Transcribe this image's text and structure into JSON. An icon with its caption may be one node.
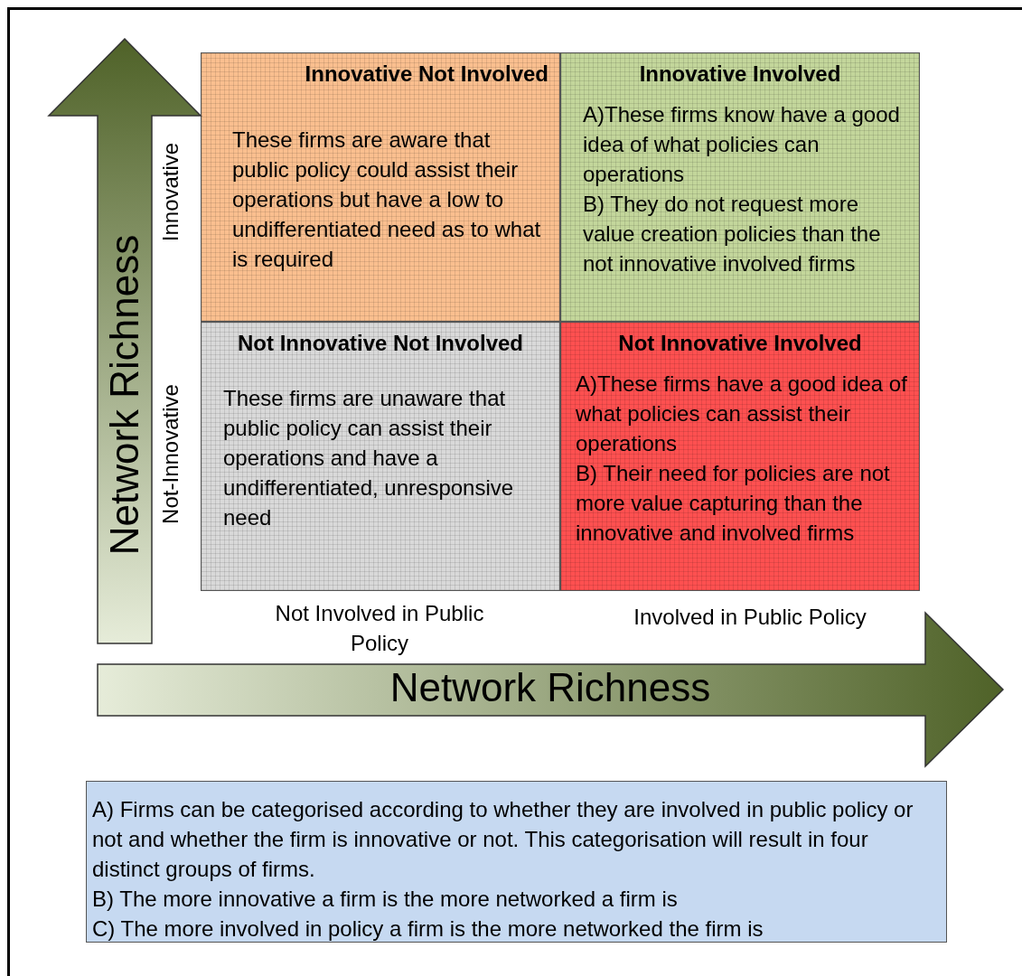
{
  "diagram": {
    "nodes": [
      {
        "text": [
          "Innovative Not Involved",
          "These firms are aware that public policy could assist their operations but have a low to undifferentiated need as to what is required"
        ]
      },
      {
        "text": [
          "Innovative Involved",
          "A)These firms know have a good idea of what policies can operations",
          "B) They do not request more value creation policies than the not innovative involved firms"
        ]
      },
      {
        "text": [
          "Not Innovative Not Involved",
          "These firms are unaware that public policy can assist their operations and have a undifferentiated, unresponsive need"
        ]
      },
      {
        "text": [
          "Not Innovative Involved",
          "A)These firms have a good idea of what policies can assist their operations",
          "B) Their need for policies are not more value capturing than the innovative and involved firms"
        ]
      },
      {
        "text": [
          "Network Richness"
        ]
      },
      {
        "text": [
          "Network Richness"
        ]
      },
      {
        "text": [
          "A) Firms can be categorised according to whether they are involved in public policy or not and whether the firm is innovative or not. This categorisation will result in four distinct groups of firms.",
          "B) The more innovative a firm is the more networked a firm is",
          "C) The more involved in policy a firm is the more networked the firm is"
        ]
      }
    ],
    "labels": [
      "Innovative",
      "Not-Innovative",
      "Not Involved in Public Policy",
      "Involved in Public Policy"
    ]
  }
}
